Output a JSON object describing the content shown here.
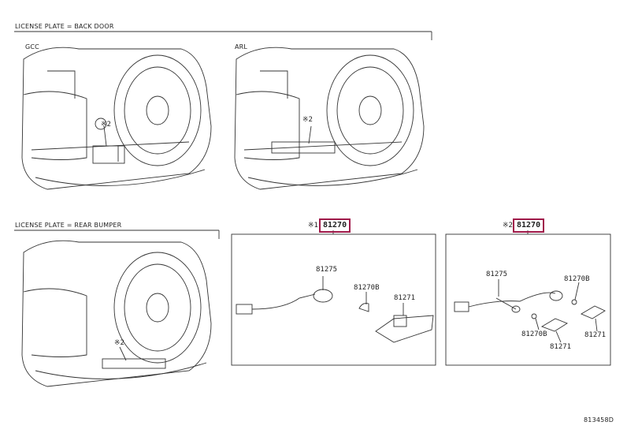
{
  "sections": {
    "back_door": {
      "title": "LICENSE PLATE = BACK DOOR"
    },
    "rear_bumper": {
      "title": "LICENSE PLATE = REAR BUMPER"
    }
  },
  "variants": {
    "gcc": "GCC",
    "arl": "ARL"
  },
  "callouts": {
    "mark2_a": "※2",
    "mark2_b": "※2",
    "mark2_c": "※2",
    "mark1": "※1",
    "mark2_box": "※2"
  },
  "kits": {
    "kit1": {
      "number": "81270",
      "parts": {
        "harness": "81275",
        "bulb": "81270B",
        "lamp": "81271"
      }
    },
    "kit2": {
      "number": "81270",
      "parts": {
        "harness": "81275",
        "bulb_top": "81270B",
        "bulb_bottom": "81270B",
        "lamp_bottom": "81271",
        "lamp_right": "81271"
      }
    }
  },
  "figure_id": "813458D",
  "colors": {
    "highlight": "#a01a4a",
    "line": "#333333"
  }
}
